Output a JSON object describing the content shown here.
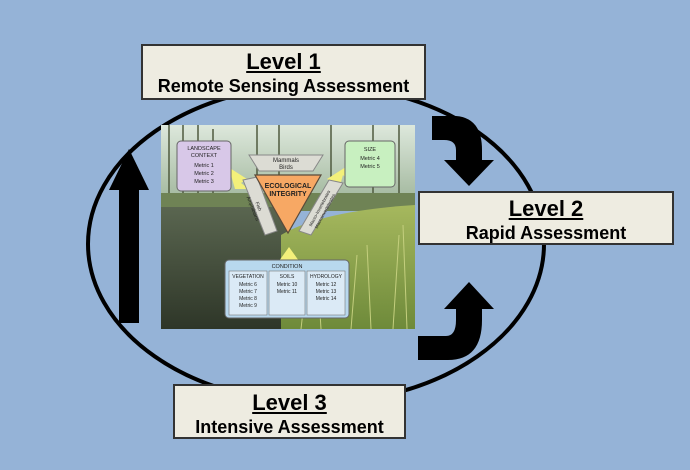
{
  "levels": [
    {
      "title": "Level 1",
      "subtitle": "Remote Sensing Assessment"
    },
    {
      "title": "Level 2",
      "subtitle": "Rapid Assessment"
    },
    {
      "title": "Level 3",
      "subtitle": "Intensive Assessment"
    }
  ],
  "inset": {
    "center": [
      "ECOLOGICAL",
      "INTEGRITY"
    ],
    "landscape": {
      "title": [
        "LANDSCAPE",
        "CONTEXT"
      ],
      "metrics": [
        "Metric 1",
        "Metric 2",
        "Metric 3"
      ]
    },
    "size": {
      "title": "SIZE",
      "metrics": [
        "Metric 4",
        "Metric 5"
      ]
    },
    "fauna_top": [
      "Mammals",
      "Birds"
    ],
    "fauna_left": [
      "Fish",
      "Amphibians"
    ],
    "fauna_right": [
      "Macro-Invertebrates",
      "Macroinvertebrates"
    ],
    "condition": {
      "title": "CONDITION",
      "columns": [
        {
          "title": "VEGETATION",
          "metrics": [
            "Metric 6",
            "Metric 7",
            "Metric 8",
            "Metric 9"
          ]
        },
        {
          "title": "SOILS",
          "metrics": [
            "Metric 10",
            "Metric 11"
          ]
        },
        {
          "title": "HYDROLOGY",
          "metrics": [
            "Metric 12",
            "Metric 13",
            "Metric 14"
          ]
        }
      ]
    }
  },
  "colors": {
    "background": "#95b3d7",
    "box_fill": "#eeece1",
    "integrity_fill": "#f7a864",
    "landscape_fill": "#d8c8e8",
    "size_fill": "#c8f0c0",
    "condition_fill": "#b8d8ee"
  }
}
